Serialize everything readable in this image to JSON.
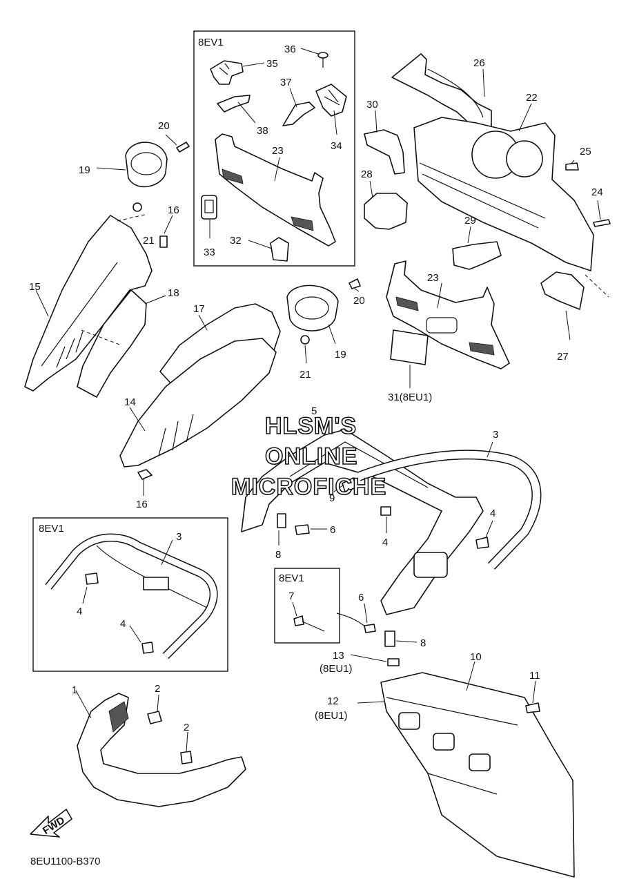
{
  "watermark": {
    "line1": "HLSM'S",
    "line2": "ONLINE",
    "line3": "MICROFICHE"
  },
  "diagram_code": "8EU1100-B370",
  "fwd_label": "FWD",
  "boxes": [
    {
      "id": "box-top",
      "label": "8EV1"
    },
    {
      "id": "box-left",
      "label": "8EV1"
    },
    {
      "id": "box-mid",
      "label": "8EV1"
    }
  ],
  "callouts": [
    {
      "id": "c1",
      "text": "1"
    },
    {
      "id": "c2a",
      "text": "2"
    },
    {
      "id": "c2b",
      "text": "2"
    },
    {
      "id": "c3a",
      "text": "3"
    },
    {
      "id": "c3b",
      "text": "3"
    },
    {
      "id": "c4a",
      "text": "4"
    },
    {
      "id": "c4b",
      "text": "4"
    },
    {
      "id": "c4c",
      "text": "4"
    },
    {
      "id": "c4d",
      "text": "4"
    },
    {
      "id": "c5",
      "text": "5"
    },
    {
      "id": "c6a",
      "text": "6"
    },
    {
      "id": "c6b",
      "text": "6"
    },
    {
      "id": "c7",
      "text": "7"
    },
    {
      "id": "c8a",
      "text": "8"
    },
    {
      "id": "c8b",
      "text": "8"
    },
    {
      "id": "c9",
      "text": "9"
    },
    {
      "id": "c10",
      "text": "10"
    },
    {
      "id": "c11",
      "text": "11"
    },
    {
      "id": "c12",
      "text": "12"
    },
    {
      "id": "c12s",
      "text": "(8EU1)"
    },
    {
      "id": "c13",
      "text": "13"
    },
    {
      "id": "c13s",
      "text": "(8EU1)"
    },
    {
      "id": "c14",
      "text": "14"
    },
    {
      "id": "c15",
      "text": "15"
    },
    {
      "id": "c16a",
      "text": "16"
    },
    {
      "id": "c16b",
      "text": "16"
    },
    {
      "id": "c17",
      "text": "17"
    },
    {
      "id": "c18",
      "text": "18"
    },
    {
      "id": "c19a",
      "text": "19"
    },
    {
      "id": "c19b",
      "text": "19"
    },
    {
      "id": "c20a",
      "text": "20"
    },
    {
      "id": "c20b",
      "text": "20"
    },
    {
      "id": "c21a",
      "text": "21"
    },
    {
      "id": "c21b",
      "text": "21"
    },
    {
      "id": "c22",
      "text": "22"
    },
    {
      "id": "c23a",
      "text": "23"
    },
    {
      "id": "c23b",
      "text": "23"
    },
    {
      "id": "c24",
      "text": "24"
    },
    {
      "id": "c25",
      "text": "25"
    },
    {
      "id": "c26",
      "text": "26"
    },
    {
      "id": "c27",
      "text": "27"
    },
    {
      "id": "c28",
      "text": "28"
    },
    {
      "id": "c29",
      "text": "29"
    },
    {
      "id": "c30",
      "text": "30"
    },
    {
      "id": "c31",
      "text": "31(8EU1)"
    },
    {
      "id": "c32",
      "text": "32"
    },
    {
      "id": "c33",
      "text": "33"
    },
    {
      "id": "c34",
      "text": "34"
    },
    {
      "id": "c35",
      "text": "35"
    },
    {
      "id": "c36",
      "text": "36"
    },
    {
      "id": "c37",
      "text": "37"
    },
    {
      "id": "c38",
      "text": "38"
    }
  ]
}
